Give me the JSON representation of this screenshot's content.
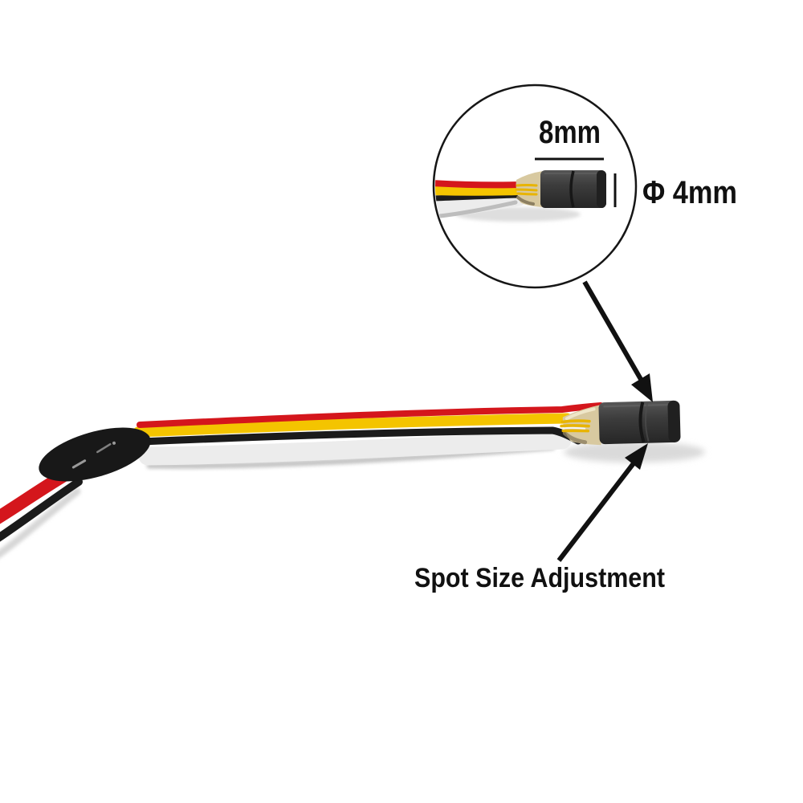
{
  "page": {
    "background": "#ffffff",
    "description": "Product photo of a mini laser diode module with wire leads, magnified dimension inset and spot size adjustment callout"
  },
  "inset": {
    "length_label": "8mm",
    "diameter_label": "Φ 4mm"
  },
  "callout": {
    "spot_size_label": "Spot Size Adjustment"
  },
  "colors": {
    "wire_red": "#d4161c",
    "wire_yellow": "#f4c400",
    "wire_black": "#1b1b1b",
    "wire_sheath": "#ececec",
    "sheath_shadow": "#bdbdbd",
    "cone_tan": "#d8c9a0",
    "strand_yellow": "#e8b400",
    "module_body": "#3c3c3c",
    "module_end_cap": "#202020",
    "junction_black": "#181818",
    "annotation": "#111111",
    "shadow": "#d9d9d9"
  }
}
